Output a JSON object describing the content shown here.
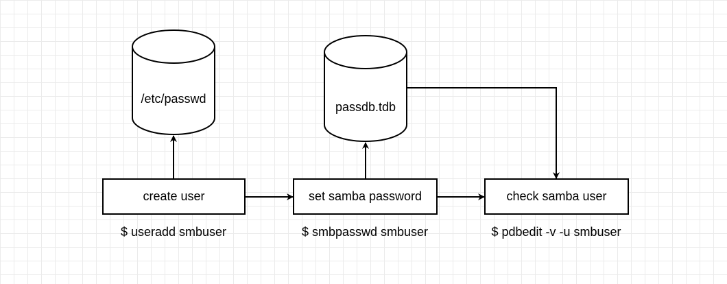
{
  "diagram": {
    "stroke_color": "#000000",
    "fill_color": "#ffffff",
    "databases": {
      "passwd": {
        "label": "/etc/passwd"
      },
      "passdb": {
        "label": "passdb.tdb"
      }
    },
    "steps": {
      "create_user": {
        "label": "create user",
        "command": "$ useradd smbuser"
      },
      "set_password": {
        "label": "set samba password",
        "command": "$ smbpasswd smbuser"
      },
      "check_user": {
        "label": "check samba user",
        "command": "$ pdbedit -v -u smbuser"
      }
    }
  }
}
